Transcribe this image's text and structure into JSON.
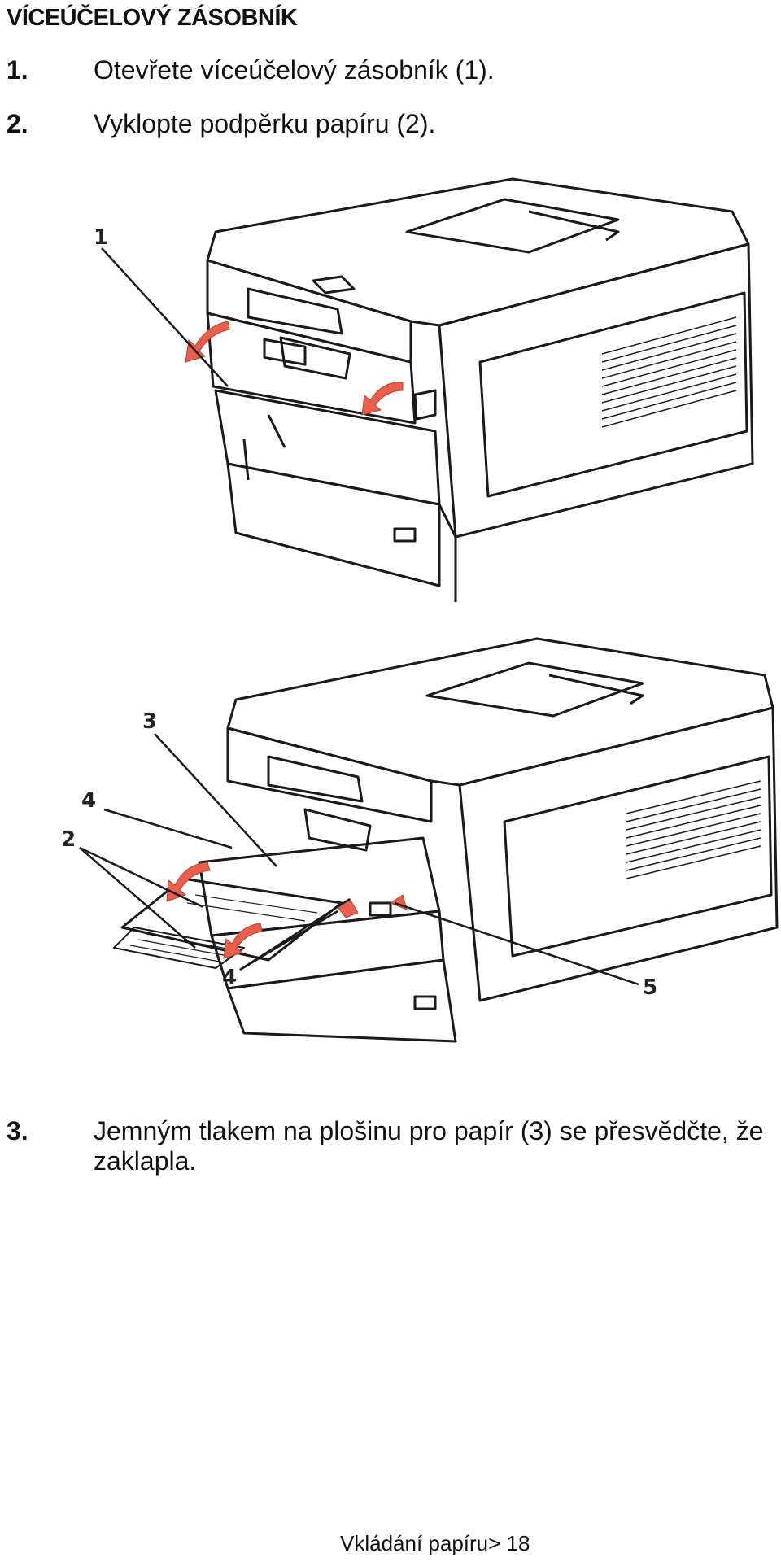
{
  "heading": "VÍCEÚČELOVÝ ZÁSOBNÍK",
  "steps": [
    {
      "num": "1.",
      "text": "Otevřete víceúčelový zásobník (1)."
    },
    {
      "num": "2.",
      "text": "Vyklopte podpěrku papíru (2)."
    },
    {
      "num": "3.",
      "text": "Jemným tlakem na plošinu pro papír (3) se přesvědčte, že zaklapla."
    }
  ],
  "figure1": {
    "callouts": [
      "1"
    ]
  },
  "figure2": {
    "callouts": [
      "3",
      "4",
      "2",
      "4",
      "5"
    ]
  },
  "colors": {
    "arrow": "#e8604c",
    "line": "#1a1a1a"
  },
  "footer": "Vkládání papíru> 18"
}
